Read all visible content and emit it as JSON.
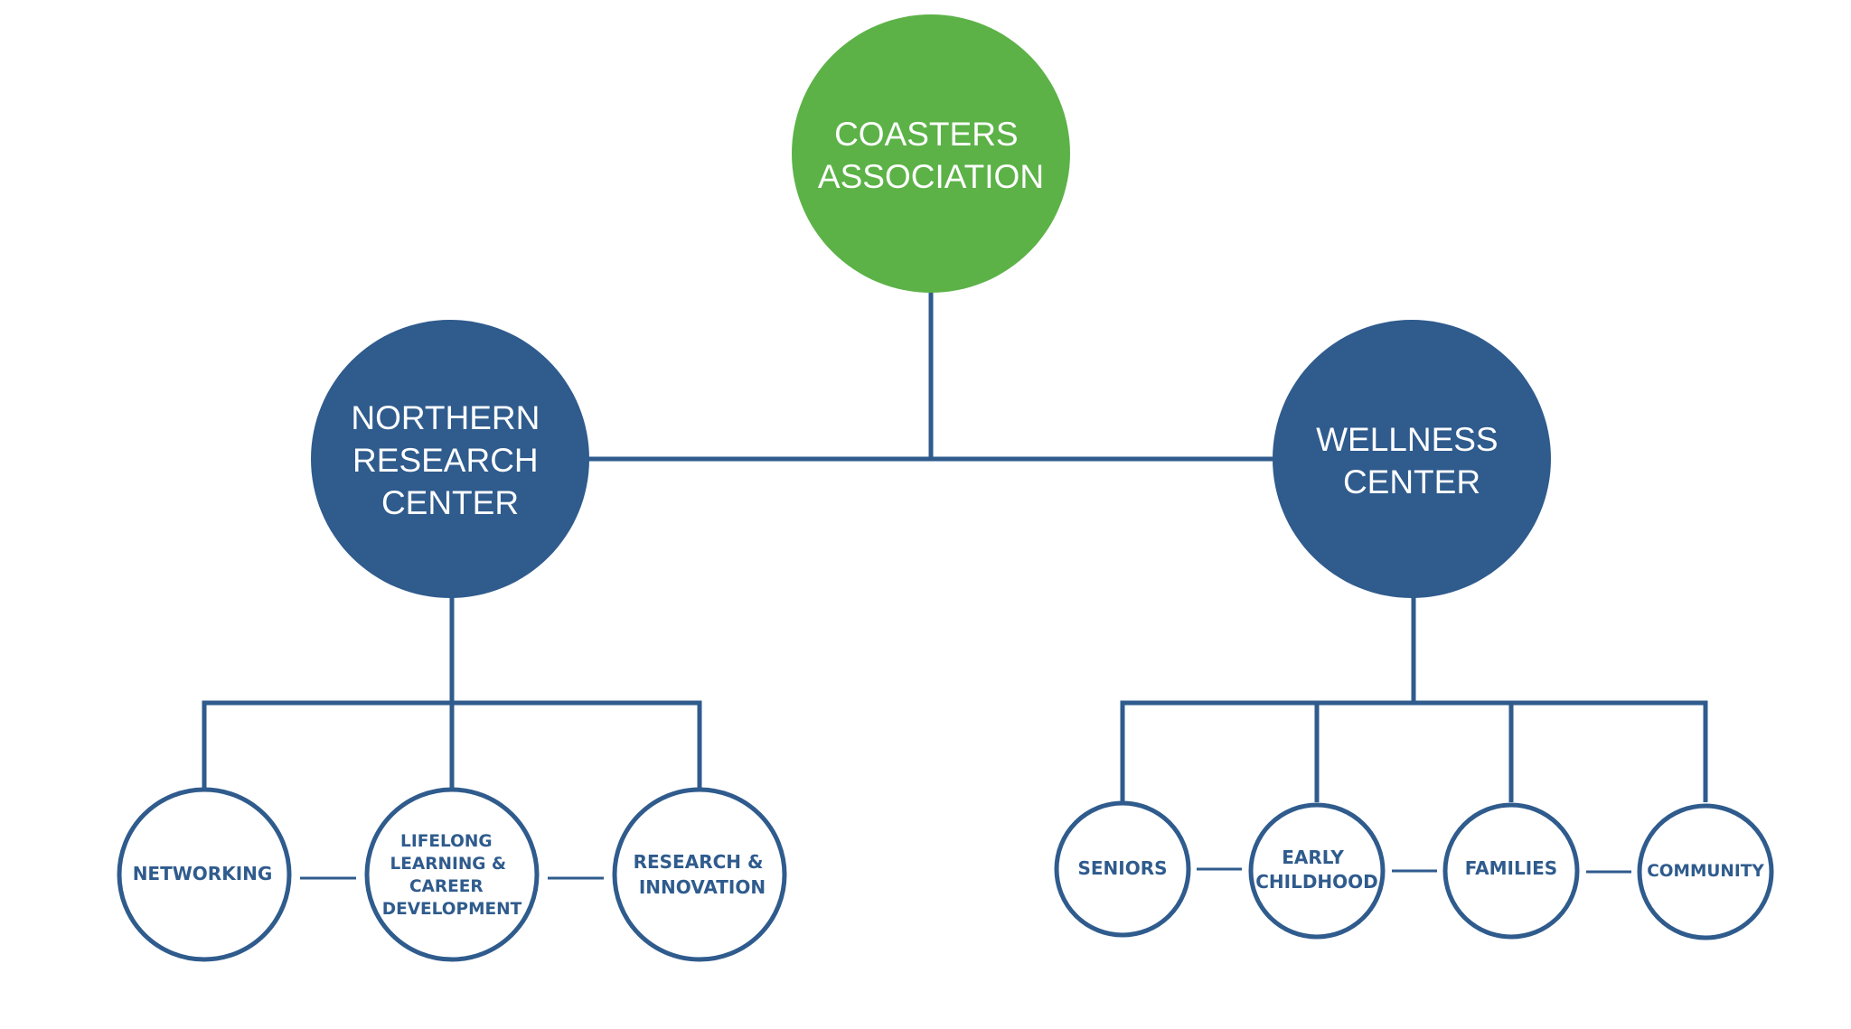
{
  "colors": {
    "root": "#5cb247",
    "primary": "#2f5b8d",
    "background": "#ffffff"
  },
  "root": {
    "lines": [
      "COASTERS",
      "ASSOCIATION"
    ]
  },
  "branches": [
    {
      "id": "northern",
      "lines": [
        "NORTHERN",
        "RESEARCH",
        "CENTER"
      ],
      "children": [
        {
          "lines": [
            "NETWORKING"
          ]
        },
        {
          "lines": [
            "LIFELONG",
            "LEARNING &",
            "CAREER",
            "DEVELOPMENT"
          ]
        },
        {
          "lines": [
            "RESEARCH &",
            "INNOVATION"
          ]
        }
      ]
    },
    {
      "id": "wellness",
      "lines": [
        "WELLNESS",
        "CENTER"
      ],
      "children": [
        {
          "lines": [
            "SENIORS"
          ]
        },
        {
          "lines": [
            "EARLY",
            "CHILDHOOD"
          ]
        },
        {
          "lines": [
            "FAMILIES"
          ]
        },
        {
          "lines": [
            "COMMUNITY"
          ]
        }
      ]
    }
  ]
}
